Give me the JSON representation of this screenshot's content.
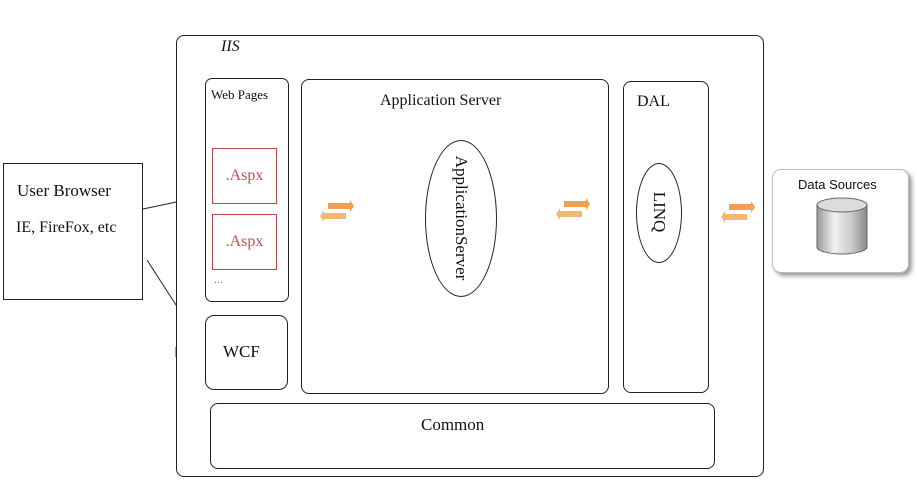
{
  "iis": {
    "label": "IIS"
  },
  "web_pages": {
    "label": "Web Pages",
    "items": [
      ".Aspx",
      ".Aspx"
    ],
    "more": "..."
  },
  "wcf": {
    "label": "WCF"
  },
  "application_server": {
    "label": "Application Server",
    "component": "ApplicationServer"
  },
  "dal": {
    "label": "DAL",
    "component": "LINQ"
  },
  "common": {
    "label": "Common"
  },
  "user_browser": {
    "label": "User Browser",
    "sublabel": "IE, FireFox, etc"
  },
  "data_sources": {
    "label": "Data Sources",
    "icon": "database-cylinder-icon"
  },
  "arrows": {
    "icon": "bidirectional-arrow-icon",
    "color": "#f0a050"
  },
  "colors": {
    "aspx_text": "#c0504d",
    "aspx_border": "#b04a4a",
    "arrow": "#f0a050"
  }
}
